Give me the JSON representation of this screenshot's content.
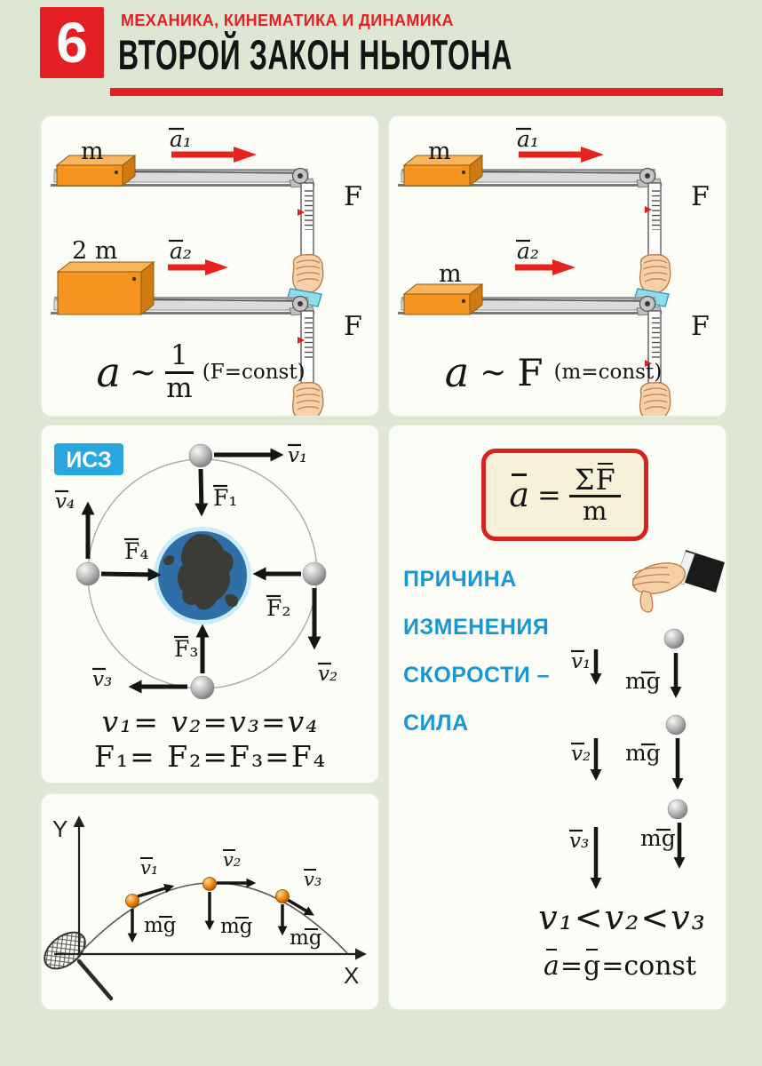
{
  "header": {
    "number": "6",
    "category": "МЕХАНИКА, КИНЕМАТИКА И ДИНАМИКА",
    "title": "ВТОРОЙ ЗАКОН НЬЮТОНА"
  },
  "panel_mass_experiment": {
    "block_top": "m",
    "block_bottom": "2 m",
    "accel_top": "a₁",
    "accel_bottom": "a₂",
    "force_top": "F",
    "force_bottom": "F",
    "formula_a": "a",
    "formula_tilde": "~",
    "formula_num": "1",
    "formula_den": "m",
    "formula_condition": "(F=const)"
  },
  "panel_force_experiment": {
    "block_top": "m",
    "block_bottom": "m",
    "accel_top": "a₁",
    "accel_bottom": "a₂",
    "force_top": "F",
    "force_bottom": "F",
    "formula_a": "a",
    "formula_tilde": "~",
    "formula_F": "F",
    "formula_condition": "(m=const)"
  },
  "panel_satellite": {
    "badge": "ИСЗ",
    "v1": "v₁",
    "v2": "v₂",
    "v3": "v₃",
    "v4": "v₄",
    "F1": "F₁",
    "F2": "F₂",
    "F3": "F₃",
    "F4": "F₄",
    "eq_velocity": "v₁= v₂=v₃=v₄",
    "eq_force": "F₁= F₂=F₃=F₄"
  },
  "panel_freefall": {
    "law_a": "a",
    "law_eq": "=",
    "law_sigma": "Σ",
    "law_F": "F",
    "law_den": "m",
    "cause_lines": [
      "ПРИЧИНА",
      "ИЗМЕНЕНИЯ",
      "СКОРОСТИ –",
      "СИЛА"
    ],
    "v1": "v₁",
    "v2": "v₂",
    "v3": "v₃",
    "mg1": "mg",
    "mg2": "mg",
    "mg3": "mg",
    "inequality": "v₁<v₂<v₃",
    "concl_a": "a",
    "concl_eq": "=",
    "concl_g": "g",
    "concl_rest": "=const"
  },
  "panel_trajectory": {
    "axis_y": "Y",
    "axis_x": "X",
    "v1": "v₁",
    "v2": "v₂",
    "v3": "v₃",
    "mg1": "mg",
    "mg2": "mg",
    "mg3": "mg"
  },
  "colors": {
    "accent_red": "#e31e24",
    "blue_text": "#1798d5",
    "badge_blue": "#29a7e0",
    "block_orange": "#f5941e",
    "page_bg": "#dde7d3"
  }
}
